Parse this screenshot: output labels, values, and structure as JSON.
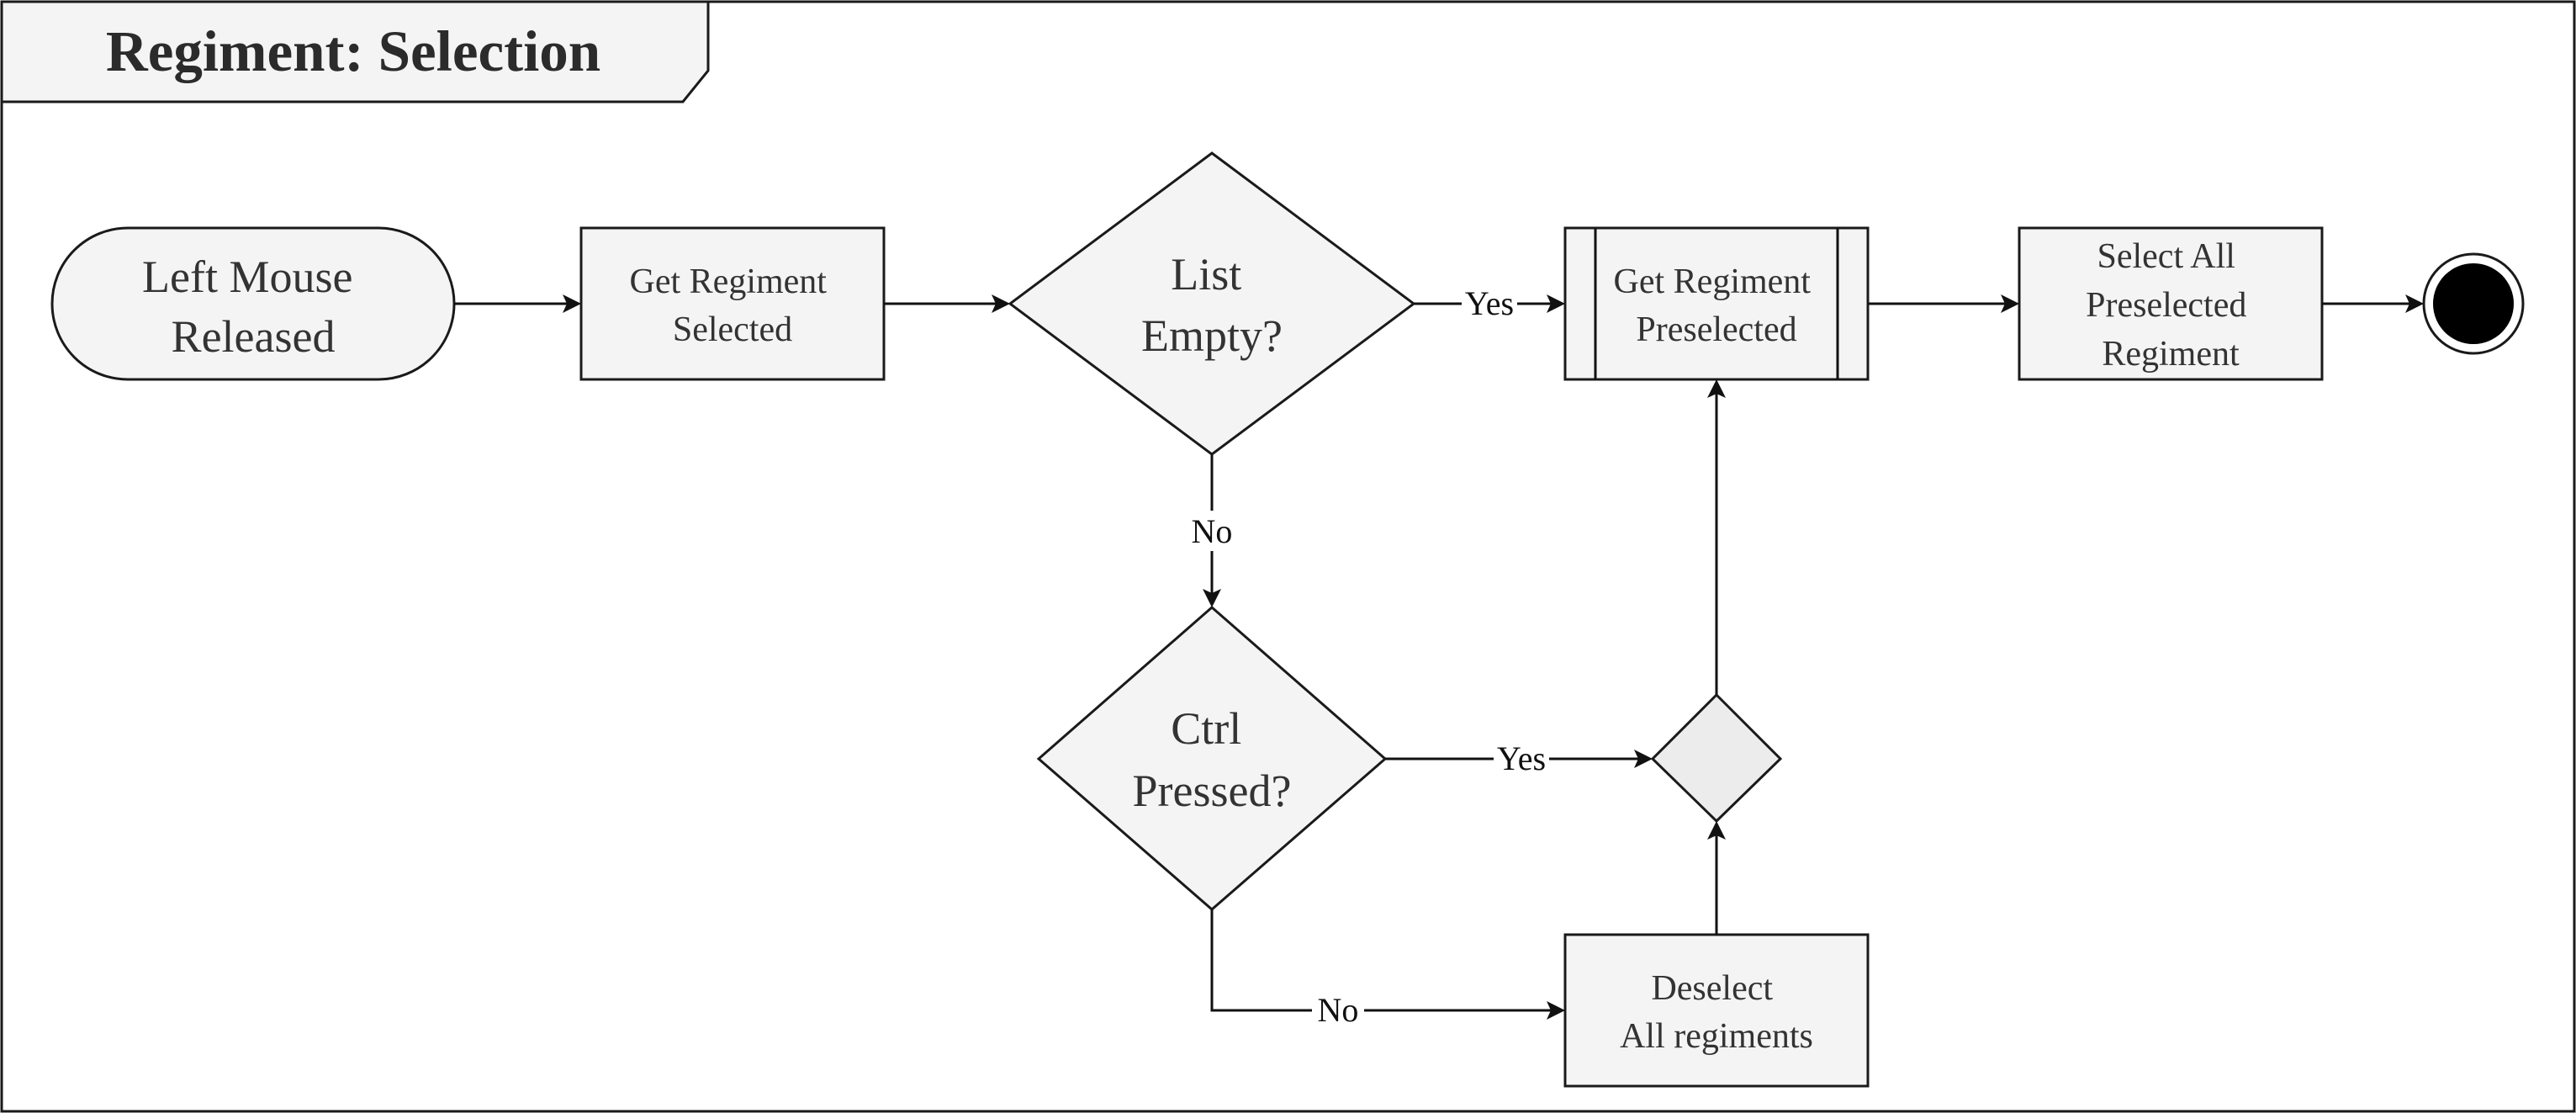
{
  "diagram": {
    "title": "Regiment: Selection",
    "nodes": {
      "start": {
        "lines": [
          "Left Mouse",
          "Released"
        ]
      },
      "get_selected": {
        "lines": [
          "Get Regiment",
          "Selected"
        ]
      },
      "list_empty": {
        "lines": [
          "List",
          "Empty?"
        ]
      },
      "get_preselected": {
        "lines": [
          "Get Regiment",
          "Preselected"
        ]
      },
      "select_all": {
        "lines": [
          "Select All",
          "Preselected",
          "Regiment"
        ]
      },
      "ctrl_pressed": {
        "lines": [
          "Ctrl",
          "Pressed?"
        ]
      },
      "deselect_all": {
        "lines": [
          "Deselect",
          "All regiments"
        ]
      }
    },
    "edge_labels": {
      "list_empty_yes": "Yes",
      "list_empty_no": "No",
      "ctrl_yes": "Yes",
      "ctrl_no": "No"
    }
  }
}
